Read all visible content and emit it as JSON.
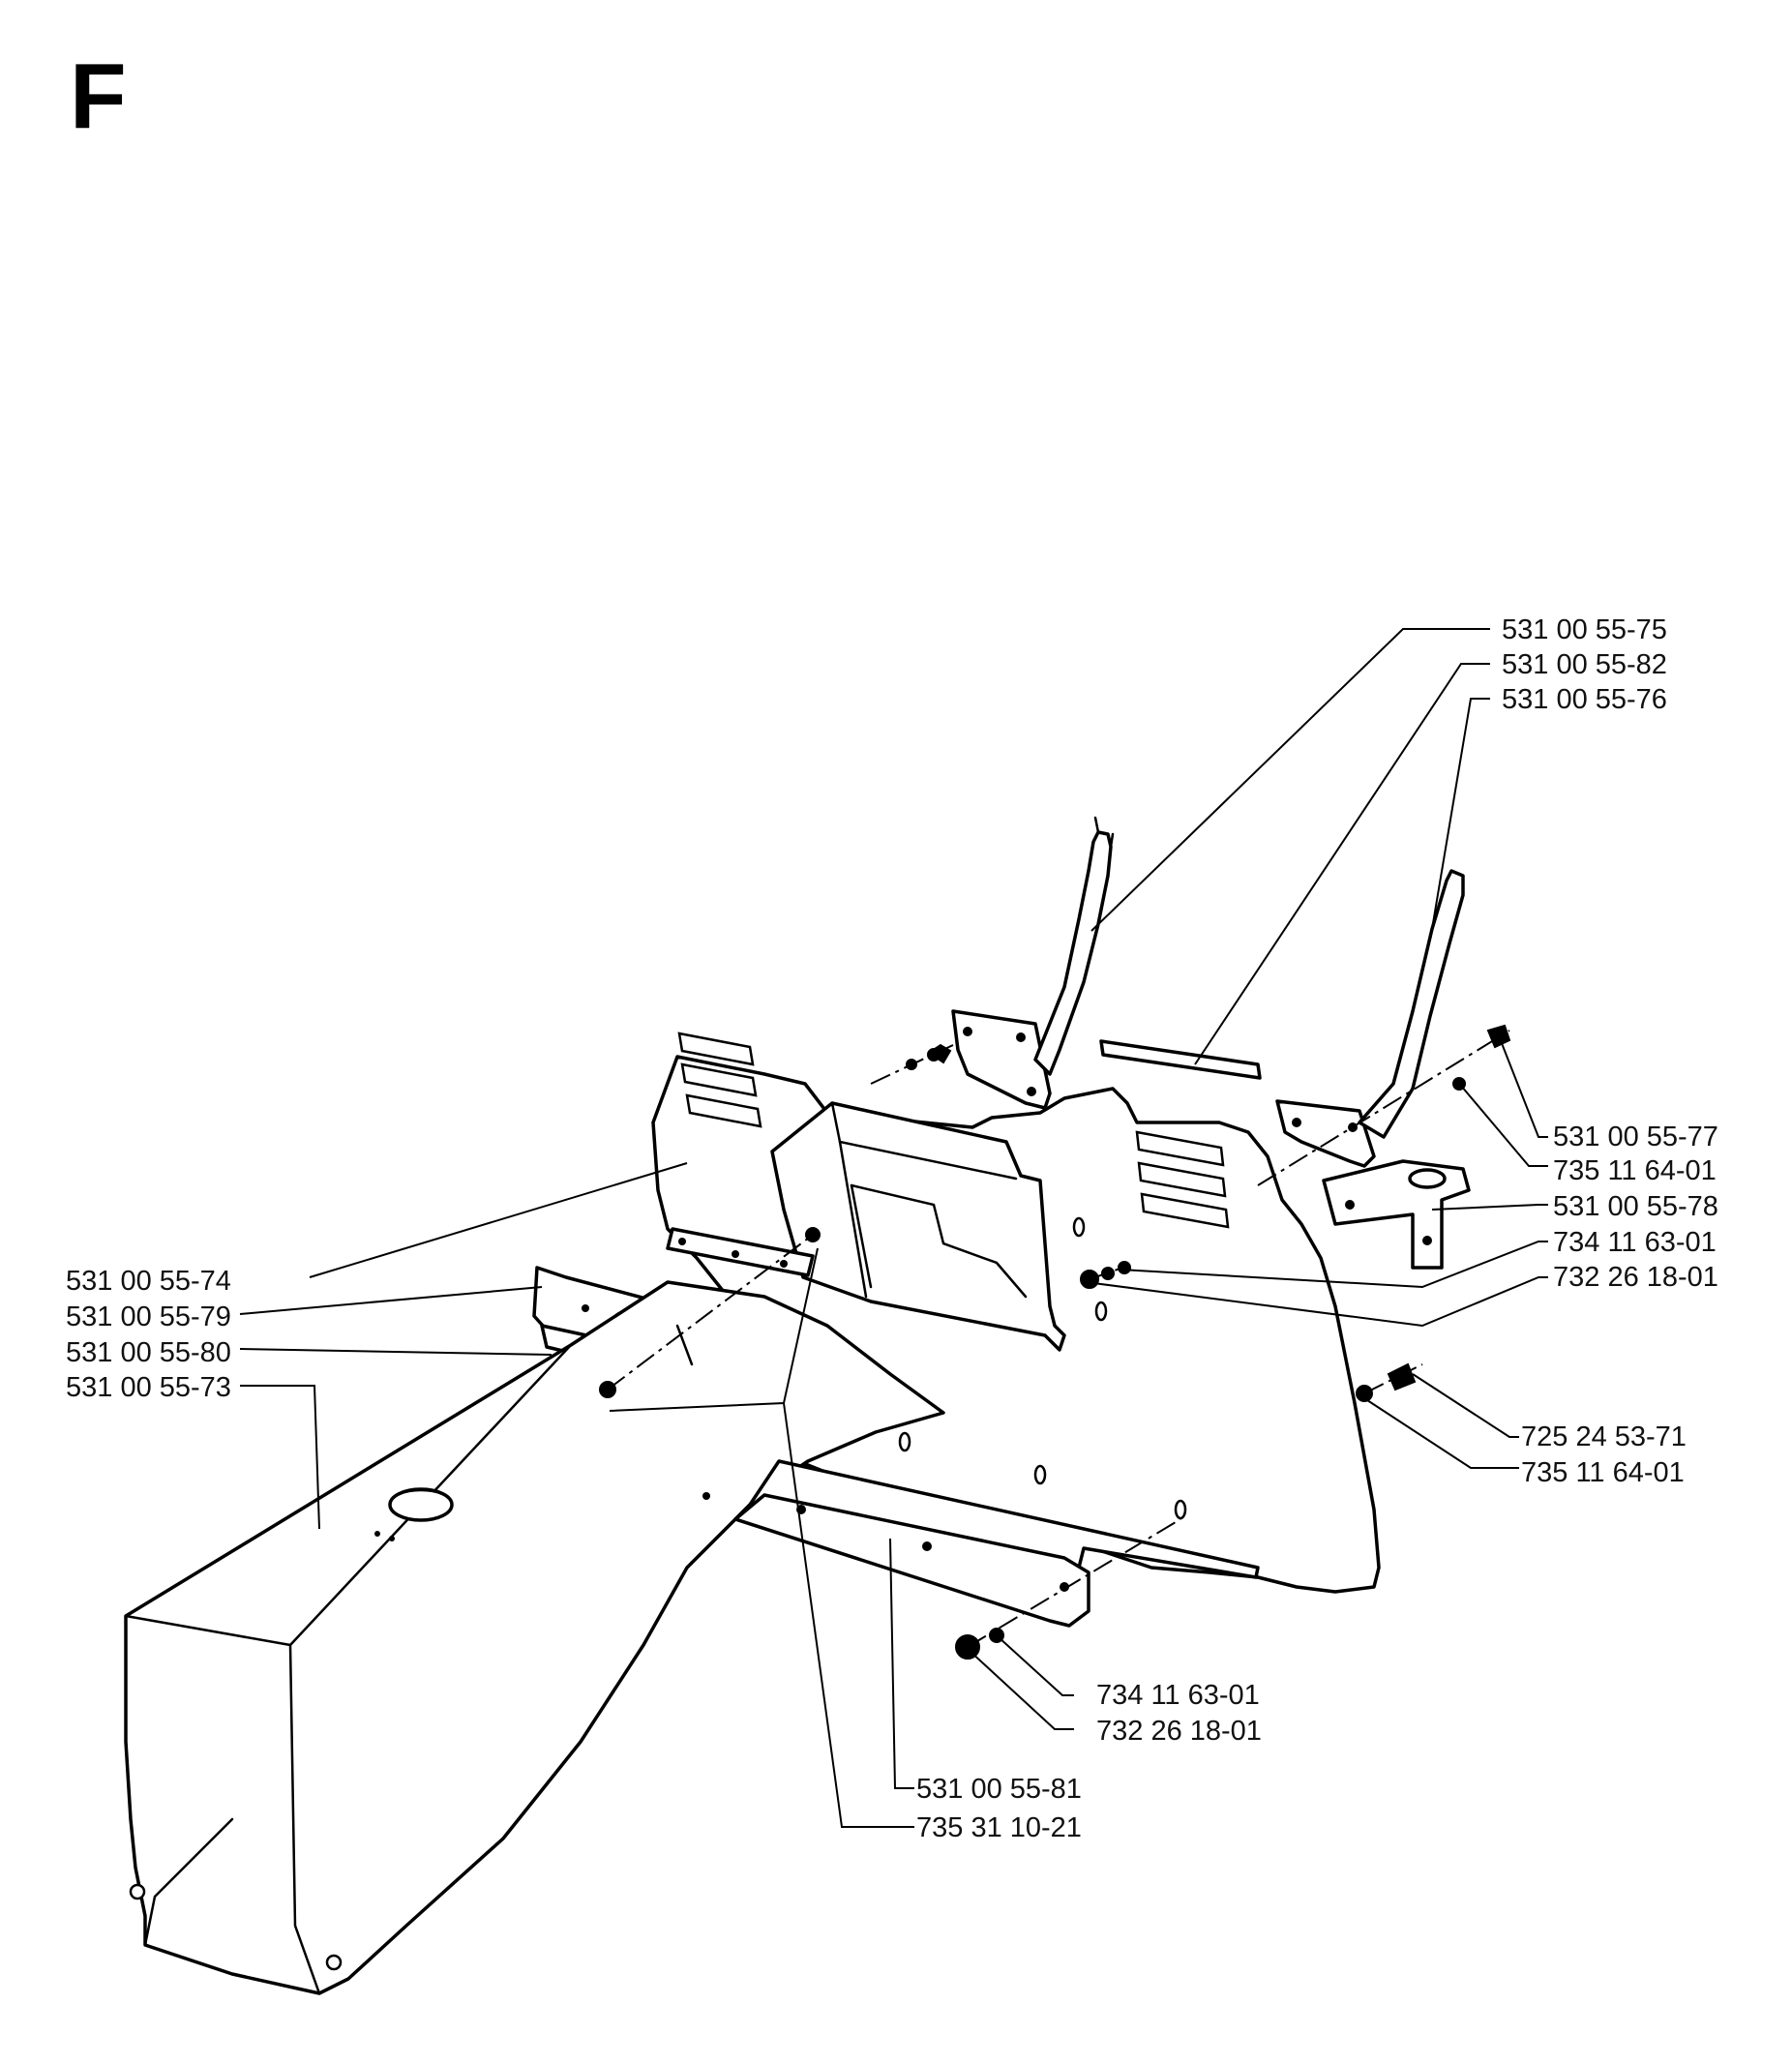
{
  "section_letter": "F",
  "callouts": [
    {
      "id": "c1",
      "text": "531 00 55-75"
    },
    {
      "id": "c2",
      "text": "531 00 55-82"
    },
    {
      "id": "c3",
      "text": "531 00 55-76"
    },
    {
      "id": "c4",
      "text": "531 00 55-77"
    },
    {
      "id": "c5",
      "text": "735 11 64-01"
    },
    {
      "id": "c6",
      "text": "531 00 55-78"
    },
    {
      "id": "c7",
      "text": "734 11 63-01"
    },
    {
      "id": "c8",
      "text": "732 26 18-01"
    },
    {
      "id": "c9",
      "text": "531 00 55-74"
    },
    {
      "id": "c10",
      "text": "531 00 55-79"
    },
    {
      "id": "c11",
      "text": "531 00 55-80"
    },
    {
      "id": "c12",
      "text": "531 00 55-73"
    },
    {
      "id": "c13",
      "text": "725 24 53-71"
    },
    {
      "id": "c14",
      "text": "735 11 64-01"
    },
    {
      "id": "c15",
      "text": "734 11 63-01"
    },
    {
      "id": "c16",
      "text": "732 26 18-01"
    },
    {
      "id": "c17",
      "text": "531 00 55-81"
    },
    {
      "id": "c18",
      "text": "735 31 10-21"
    }
  ]
}
